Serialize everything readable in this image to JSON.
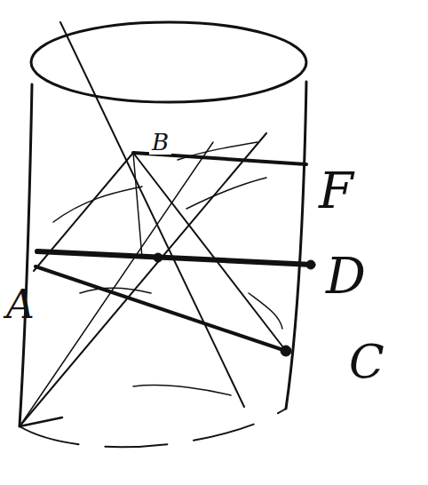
{
  "diagram": {
    "labels": [
      "B",
      "F",
      "D",
      "A",
      "C"
    ]
  }
}
